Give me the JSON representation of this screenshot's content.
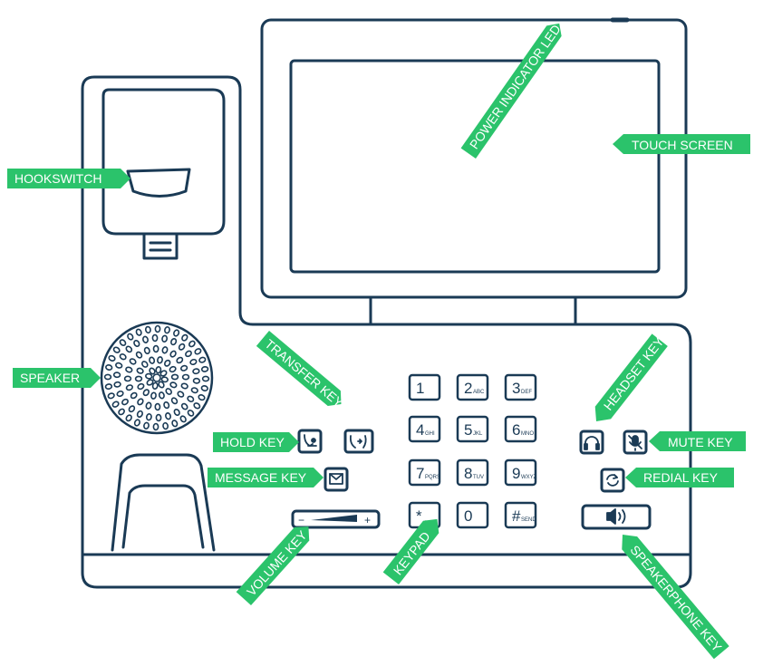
{
  "colors": {
    "outline": "#1a3a55",
    "label_bg": "#2bc36b",
    "label_text": "#ffffff"
  },
  "labels": {
    "power_led": "POWER INDICATOR LED",
    "touch_screen": "TOUCH SCREEN",
    "hookswitch": "HOOKSWITCH",
    "speaker": "SPEAKER",
    "transfer_key": "TRANSFER KEY",
    "headset_key": "HEADSET KEY",
    "hold_key": "HOLD KEY",
    "mute_key": "MUTE KEY",
    "message_key": "MESSAGE KEY",
    "redial_key": "REDIAL KEY",
    "volume_key": "VOLUME KEY",
    "keypad": "KEYPAD",
    "speakerphone_key": "SPEAKERPHONE KEY"
  },
  "keypad": [
    {
      "digit": "1",
      "letters": ""
    },
    {
      "digit": "2",
      "letters": "ABC"
    },
    {
      "digit": "3",
      "letters": "DEF"
    },
    {
      "digit": "4",
      "letters": "GHI"
    },
    {
      "digit": "5",
      "letters": "JKL"
    },
    {
      "digit": "6",
      "letters": "MNO"
    },
    {
      "digit": "7",
      "letters": "PQRS"
    },
    {
      "digit": "8",
      "letters": "TUV"
    },
    {
      "digit": "9",
      "letters": "WXYZ"
    },
    {
      "digit": "*",
      "letters": "."
    },
    {
      "digit": "0",
      "letters": ""
    },
    {
      "digit": "#",
      "letters": "SEND"
    }
  ],
  "volume": {
    "minus": "−",
    "plus": "+"
  },
  "icons": {
    "hold": "hold-icon",
    "transfer": "transfer-icon",
    "message": "envelope-icon",
    "headset": "headset-icon",
    "mute": "microphone-mute-icon",
    "redial": "redial-icon",
    "speakerphone": "speaker-icon"
  }
}
